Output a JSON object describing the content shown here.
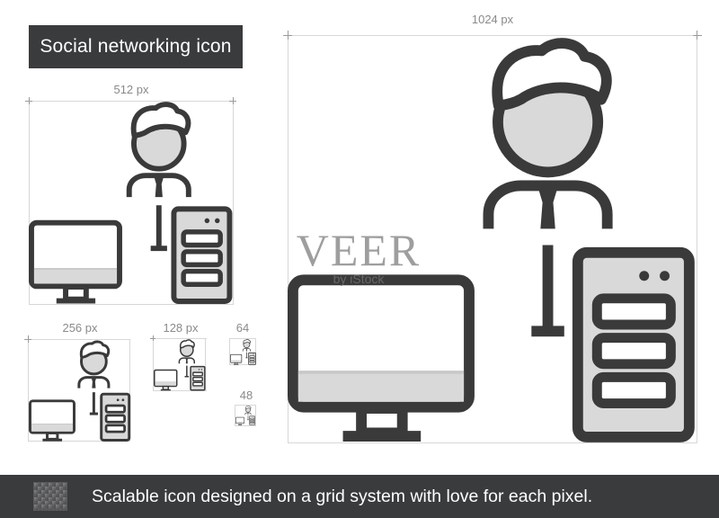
{
  "title": "Social networking icon",
  "sizes": {
    "s1024": "1024 px",
    "s512": "512 px",
    "s256": "256 px",
    "s128": "128 px",
    "s64": "64",
    "s48": "48"
  },
  "watermark": {
    "brand": "VEER",
    "sub": "by iStock"
  },
  "footer": {
    "tagline": "Scalable icon designed on a grid system with love for each pixel."
  },
  "icons": [
    "person-icon",
    "monitor-icon",
    "server-tower-icon",
    "pixel-grid-icon"
  ],
  "colors": {
    "stroke": "#3a3a3a",
    "fill": "#d9d9d9",
    "dark_bar": "#3a3b3d",
    "guide": "#d7d7d7",
    "label_gray": "#8a8a8a"
  }
}
